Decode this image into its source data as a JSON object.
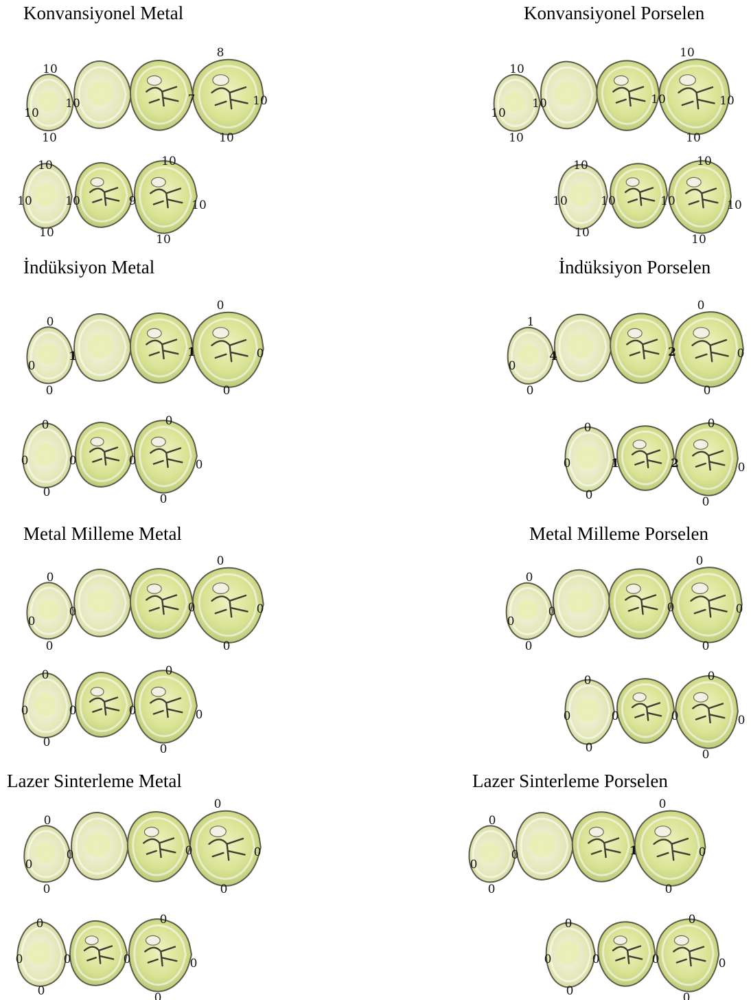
{
  "panels": [
    {
      "title": "Konvansiyonel Metal",
      "upper": {
        "t1_top": "10",
        "t1_left": "10",
        "t1_bottom": "10",
        "contact_1_2": "10",
        "contact_3_4": "7",
        "t4_top": "8",
        "t4_right": "10",
        "t4_bottom": "10"
      },
      "lower": {
        "t1_top": "10",
        "t1_left": "10",
        "t1_bottom": "10",
        "contact_1_2": "10",
        "contact_2_3": "9",
        "t3_top": "10",
        "t3_right": "10",
        "t3_bottom": "10"
      }
    },
    {
      "title": "Konvansiyonel Porselen",
      "upper": {
        "t1_top": "10",
        "t1_left": "10",
        "t1_bottom": "10",
        "contact_1_2": "10",
        "contact_3_4": "10",
        "t4_top": "10",
        "t4_right": "10",
        "t4_bottom": "10"
      },
      "lower": {
        "t1_top": "10",
        "t1_left": "10",
        "t1_bottom": "10",
        "contact_1_2": "10",
        "contact_2_3": "10",
        "t3_top": "10",
        "t3_right": "10",
        "t3_bottom": "10"
      }
    },
    {
      "title": "İndüksiyon Metal",
      "upper": {
        "t1_top": "0",
        "t1_left": "0",
        "t1_bottom": "0",
        "contact_1_2": "1",
        "contact_3_4": "1",
        "t4_top": "0",
        "t4_right": "0",
        "t4_bottom": "0"
      },
      "lower": {
        "t1_top": "0",
        "t1_left": "0",
        "t1_bottom": "0",
        "contact_1_2": "0",
        "contact_2_3": "0",
        "t3_top": "0",
        "t3_right": "0",
        "t3_bottom": "0"
      }
    },
    {
      "title": "İndüksiyon Porselen",
      "upper": {
        "t1_top": "1",
        "t1_left": "0",
        "t1_bottom": "0",
        "contact_1_2": "4",
        "contact_3_4": "2",
        "t4_top": "0",
        "t4_right": "0",
        "t4_bottom": "0"
      },
      "lower": {
        "t1_top": "0",
        "t1_left": "0",
        "t1_bottom": "0",
        "contact_1_2": "1",
        "contact_2_3": "2",
        "t3_top": "0",
        "t3_right": "0",
        "t3_bottom": "0"
      }
    },
    {
      "title": "Metal Milleme Metal",
      "upper": {
        "t1_top": "0",
        "t1_left": "0",
        "t1_bottom": "0",
        "contact_1_2": "0",
        "contact_3_4": "0",
        "t4_top": "0",
        "t4_right": "0",
        "t4_bottom": "0"
      },
      "lower": {
        "t1_top": "0",
        "t1_left": "0",
        "t1_bottom": "0",
        "contact_1_2": "0",
        "contact_2_3": "0",
        "t3_top": "0",
        "t3_right": "0",
        "t3_bottom": "0"
      }
    },
    {
      "title": "Metal Milleme Porselen",
      "upper": {
        "t1_top": "0",
        "t1_left": "0",
        "t1_bottom": "0",
        "contact_1_2": "0",
        "contact_3_4": "0",
        "t4_top": "0",
        "t4_right": "0",
        "t4_bottom": "0"
      },
      "lower": {
        "t1_top": "0",
        "t1_left": "0",
        "t1_bottom": "0",
        "contact_1_2": "0",
        "contact_2_3": "0",
        "t3_top": "0",
        "t3_right": "0",
        "t3_bottom": "0"
      }
    },
    {
      "title": "Lazer Sinterleme Metal",
      "upper": {
        "t1_top": "0",
        "t1_left": "0",
        "t1_bottom": "0",
        "contact_1_2": "0",
        "contact_3_4": "0",
        "t4_top": "0",
        "t4_right": "0",
        "t4_bottom": "0"
      },
      "lower": {
        "t1_top": "0",
        "t1_left": "0",
        "t1_bottom": "0",
        "contact_1_2": "0",
        "contact_2_3": "0",
        "t3_top": "0",
        "t3_right": "0",
        "t3_bottom": "0"
      }
    },
    {
      "title": "Lazer Sinterleme Porselen",
      "upper": {
        "t1_top": "0",
        "t1_left": "0",
        "t1_bottom": "0",
        "contact_1_2": "0",
        "contact_3_4": "1",
        "t4_top": "0",
        "t4_right": "0",
        "t4_bottom": "0"
      },
      "lower": {
        "t1_top": "0",
        "t1_left": "0",
        "t1_bottom": "0",
        "contact_1_2": "0",
        "contact_2_3": "0",
        "t3_top": "0",
        "t3_right": "0",
        "t3_bottom": "0"
      }
    }
  ]
}
